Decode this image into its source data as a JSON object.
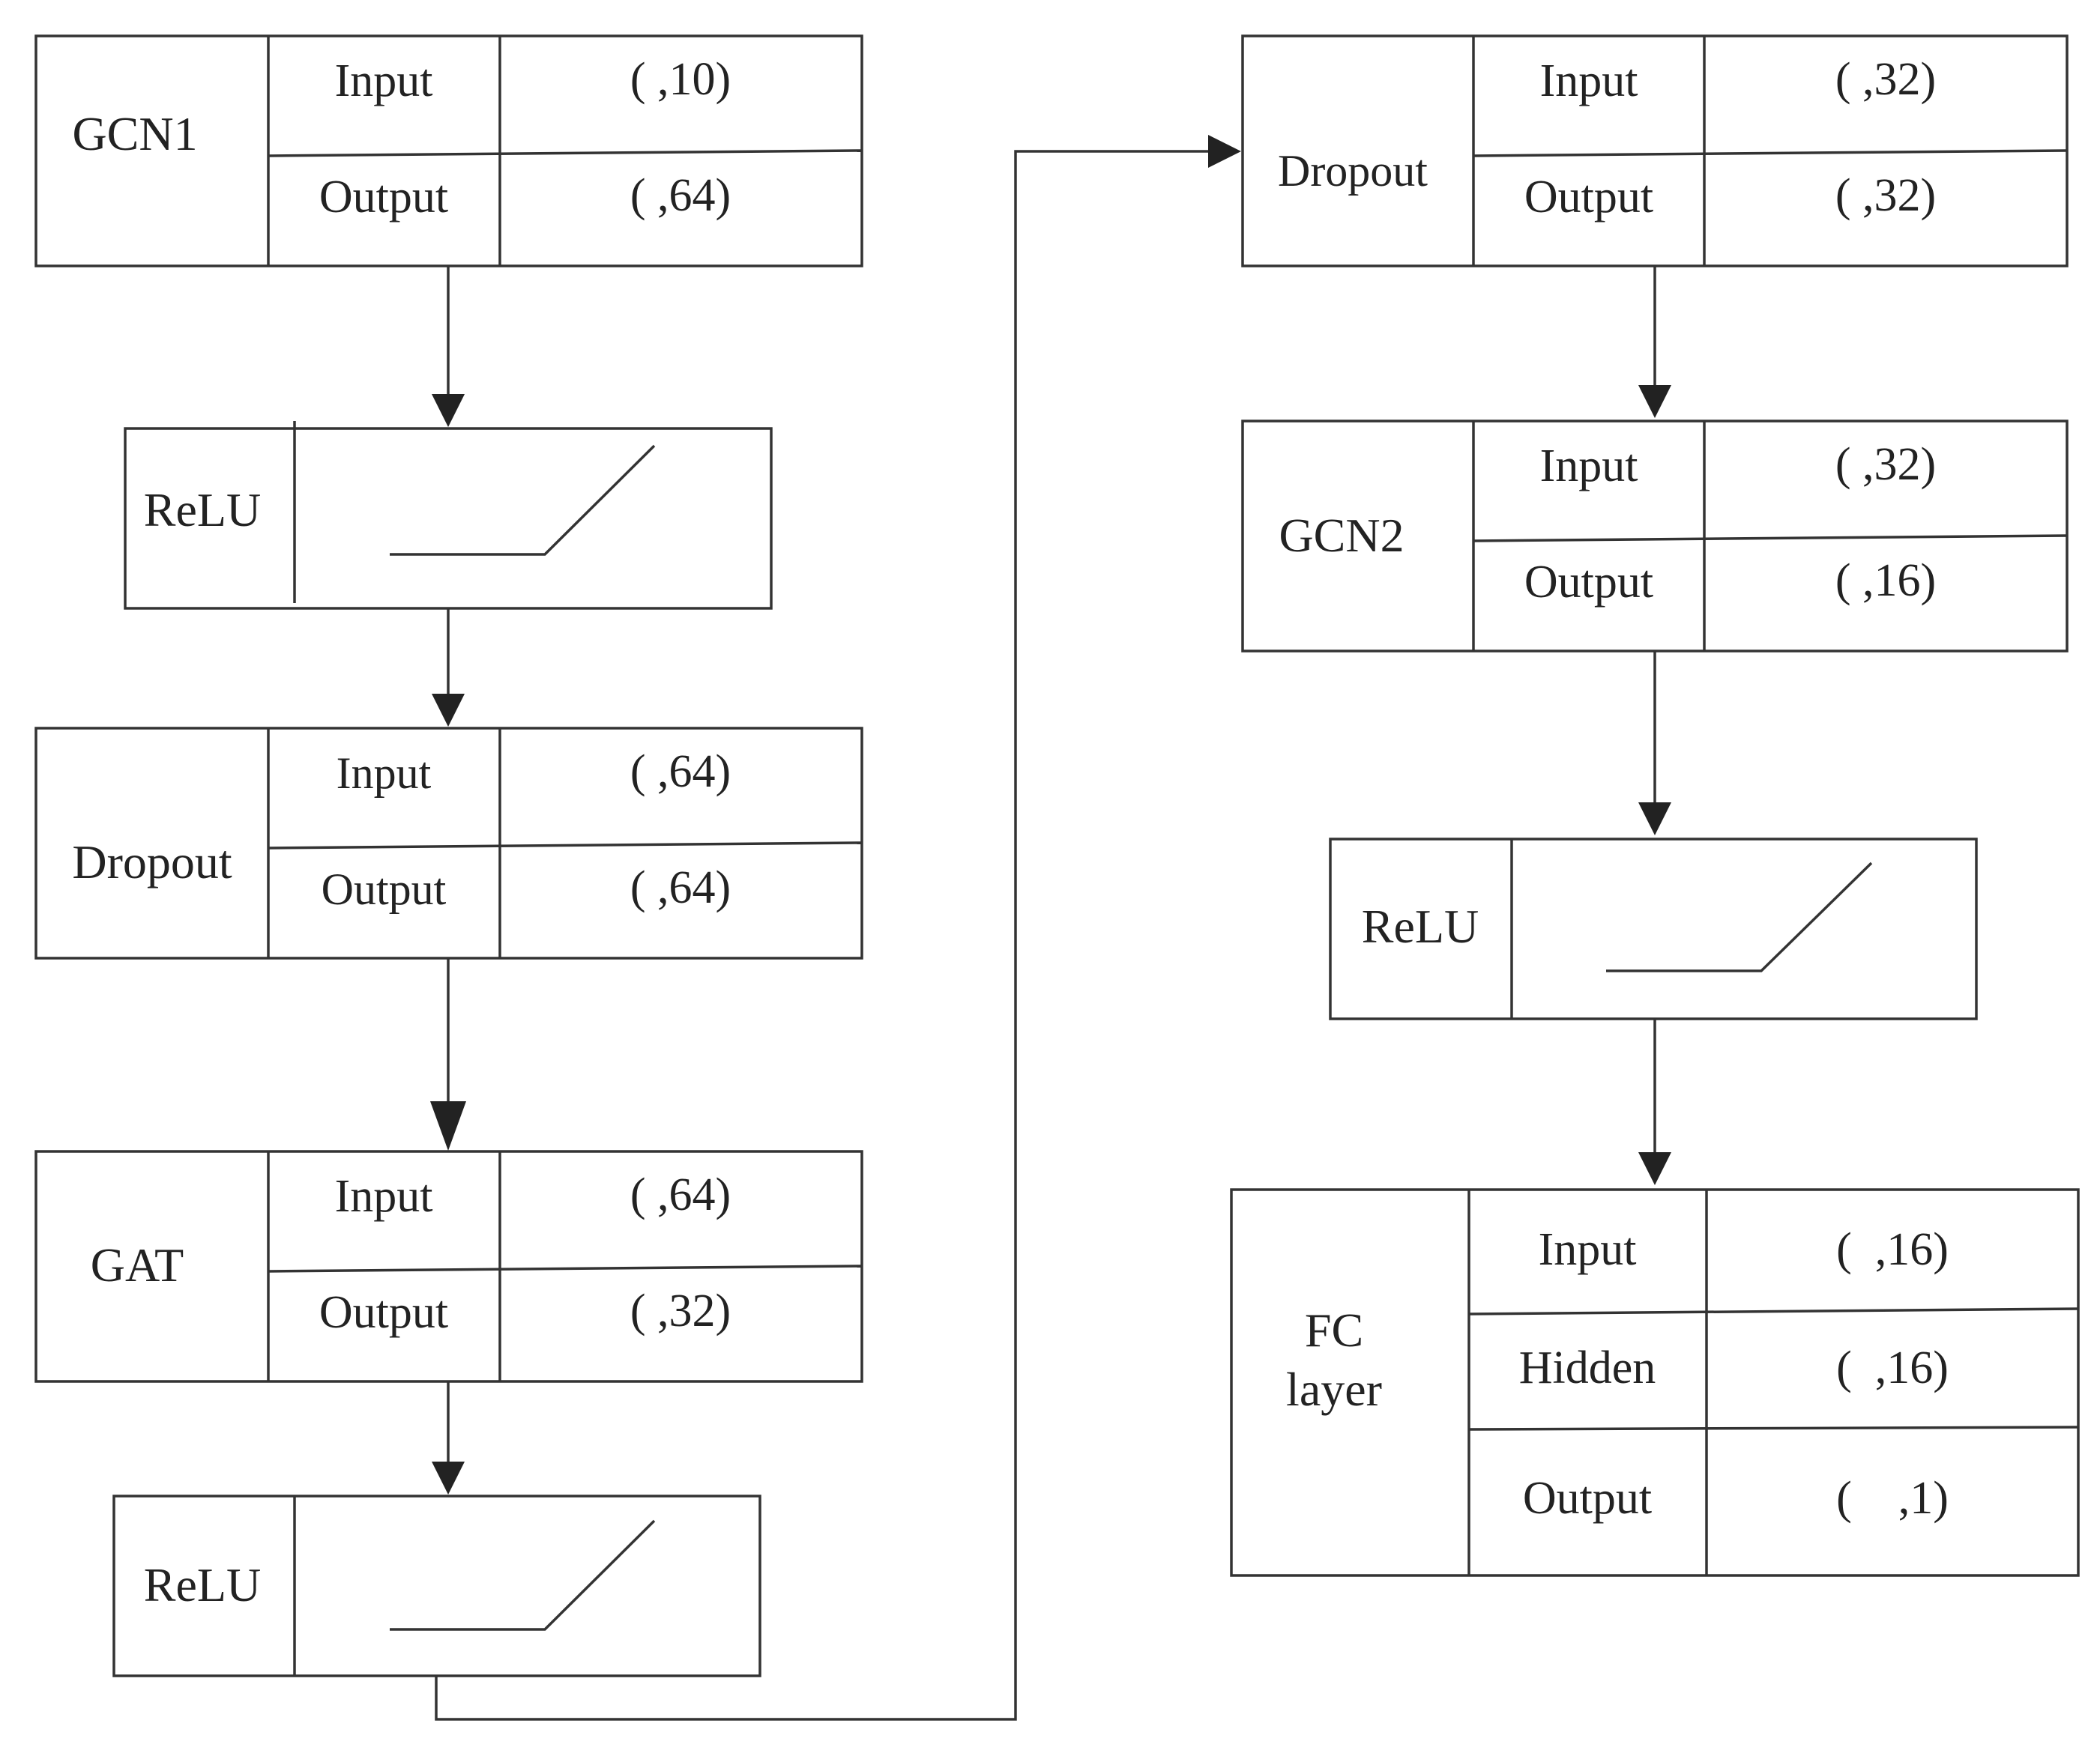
{
  "colors": {
    "line": "#333333",
    "text": "#222222",
    "background": "#ffffff"
  },
  "left_column": {
    "gcn1": {
      "name": "GCN1",
      "rows": [
        {
          "label": "Input",
          "value": "( ,10)"
        },
        {
          "label": "Output",
          "value": "( ,64)"
        }
      ]
    },
    "relu1": {
      "name": "ReLU",
      "icon": "relu-graph-icon"
    },
    "dropout1": {
      "name": "Dropout",
      "rows": [
        {
          "label": "Input",
          "value": "( ,64)"
        },
        {
          "label": "Output",
          "value": "( ,64)"
        }
      ]
    },
    "gat": {
      "name": "GAT",
      "rows": [
        {
          "label": "Input",
          "value": "( ,64)"
        },
        {
          "label": "Output",
          "value": "( ,32)"
        }
      ]
    },
    "relu2": {
      "name": "ReLU",
      "icon": "relu-graph-icon"
    }
  },
  "right_column": {
    "dropout2": {
      "name": "Dropout",
      "rows": [
        {
          "label": "Input",
          "value": "( ,32)"
        },
        {
          "label": "Output",
          "value": "( ,32)"
        }
      ]
    },
    "gcn2": {
      "name": "GCN2",
      "rows": [
        {
          "label": "Input",
          "value": "( ,32)"
        },
        {
          "label": "Output",
          "value": "( ,16)"
        }
      ]
    },
    "relu3": {
      "name": "ReLU",
      "icon": "relu-graph-icon"
    },
    "fc": {
      "name_line1": "FC",
      "name_line2": "layer",
      "rows": [
        {
          "label": "Input",
          "value": "(  ,16)"
        },
        {
          "label": "Hidden",
          "value": "(  ,16)"
        },
        {
          "label": "Output",
          "value": "(    ,1)"
        }
      ]
    }
  }
}
